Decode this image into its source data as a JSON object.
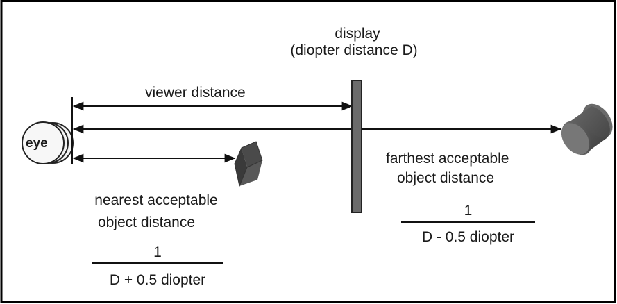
{
  "display": {
    "label_line1": "display",
    "label_line2": "(diopter distance D)"
  },
  "viewer_distance_label": "viewer distance",
  "eye_label": "eye",
  "nearest": {
    "label_line1": "nearest acceptable",
    "label_line2": "object distance",
    "numerator": "1",
    "denominator": "D + 0.5 diopter"
  },
  "farthest": {
    "label_line1": "farthest acceptable",
    "label_line2": "object distance",
    "numerator": "1",
    "denominator": "D - 0.5 diopter"
  }
}
